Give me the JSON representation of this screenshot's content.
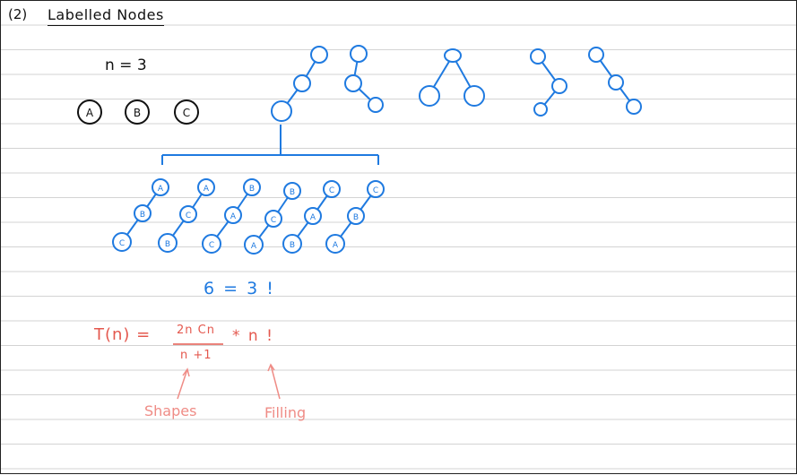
{
  "heading": {
    "number": "(2)",
    "title": "Labelled Nodes"
  },
  "n_statement": "n = 3",
  "nodes": [
    "A",
    "B",
    "C"
  ],
  "labelled_trees": [
    {
      "top": "A",
      "mid": "B",
      "leaf": "C"
    },
    {
      "top": "A",
      "mid": "C",
      "leaf": "B"
    },
    {
      "top": "B",
      "mid": "A",
      "leaf": "C"
    },
    {
      "top": "B",
      "mid": "C",
      "leaf": "A"
    },
    {
      "top": "C",
      "mid": "A",
      "leaf": "B"
    },
    {
      "top": "C",
      "mid": "B",
      "leaf": "A"
    }
  ],
  "count_equation": "6 = 3 !",
  "formula": {
    "lhs": "T(n) =",
    "numerator": "2n Cn",
    "denominator": "n +1",
    "rhs": "* n !"
  },
  "annotations": {
    "shapes": "Shapes",
    "filling": "Filling"
  },
  "colors": {
    "blue": "#1f7ae0",
    "black": "#111111",
    "red": "#e4584e",
    "pink": "#ef8c86",
    "rule": "#d3d3d3"
  }
}
